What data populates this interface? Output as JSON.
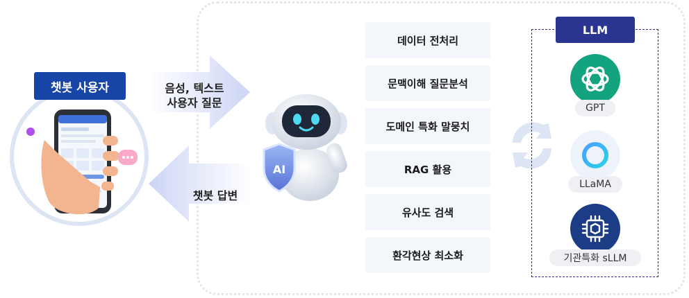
{
  "user": {
    "title": "챗봇 사용자"
  },
  "arrows": {
    "question_line1": "음성, 텍스트",
    "question_line2": "사용자 질문",
    "answer": "챗봇 답변"
  },
  "robot": {
    "badge": "AI"
  },
  "features": [
    "데이터 전처리",
    "문맥이해 질문분석",
    "도메인 특화 말뭉치",
    "RAG 활용",
    "유사도 검색",
    "환각현상 최소화"
  ],
  "llm": {
    "title": "LLM",
    "models": [
      "GPT",
      "LLaMA",
      "기관특화 sLLM"
    ]
  },
  "colors": {
    "user_title_bg": "#1846a8",
    "llm_title_bg": "#2a3591",
    "gpt_icon_bg": "#14a37f",
    "sllm_icon_bg": "#1c3d86"
  },
  "icons": [
    "phone-icon",
    "hand-icon",
    "chat-bubble-icon",
    "robot-icon",
    "ai-shield-icon",
    "cycle-arrows-icon",
    "openai-logo-icon",
    "llama-ring-icon",
    "chip-icon"
  ]
}
